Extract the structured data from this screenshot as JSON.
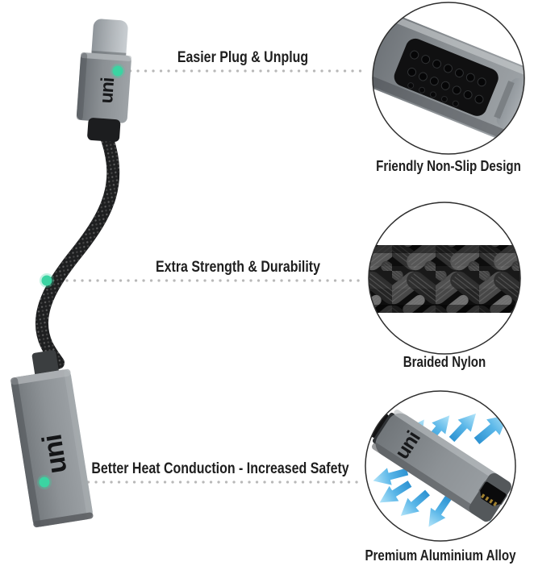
{
  "brand": "uni",
  "callouts": [
    {
      "label": "Easier Plug & Unplug"
    },
    {
      "label": "Extra Strength & Durability"
    },
    {
      "label": "Better Heat Conduction - Increased Safety"
    }
  ],
  "insets": [
    {
      "caption": "Friendly Non-Slip Design"
    },
    {
      "caption": "Braided Nylon"
    },
    {
      "caption": "Premium Aluminium Alloy"
    }
  ],
  "colors": {
    "background": "#ffffff",
    "accent_marker": "#3bd4a2",
    "dotted_line": "#b8b8b8",
    "label_text": "#1e1e1e",
    "heat_arrow_blue": "#59b6e8",
    "aluminium_gray": "#8a8f93",
    "cable_black": "#1e1f20"
  }
}
